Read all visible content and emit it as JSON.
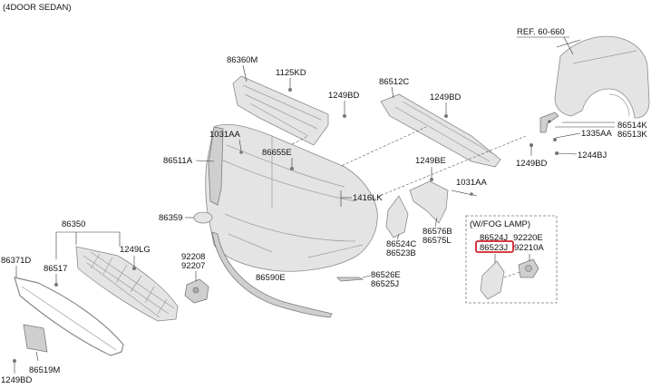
{
  "title": "(4DOOR SEDAN)",
  "box_title": "(W/FOG LAMP)",
  "highlighted_part": "86523J",
  "labels": {
    "ref": "REF. 60-660",
    "p86360M": "86360M",
    "p1125KD": "1125KD",
    "p1249BD_a": "1249BD",
    "p86512C": "86512C",
    "p1249BD_b": "1249BD",
    "p86514K": "86514K",
    "p86513K": "86513K",
    "p1335AA": "1335AA",
    "p1249BD_c": "1249BD",
    "p1244BJ": "1244BJ",
    "p1031AA_a": "1031AA",
    "p86655E": "86655E",
    "p86511A": "86511A",
    "p1249BE": "1249BE",
    "p1031AA_b": "1031AA",
    "p1416LK": "1416LK",
    "p86359": "86359",
    "p86350": "86350",
    "p86576B": "86576B",
    "p86575L": "86575L",
    "p86524C": "86524C",
    "p86523B": "86523B",
    "p86371D": "86371D",
    "p86517": "86517",
    "p1249LG": "1249LG",
    "p92208": "92208",
    "p92207": "92207",
    "p86590E": "86590E",
    "p86526E": "86526E",
    "p86525J": "86525J",
    "p86524J": "86524J",
    "p92220E": "92220E",
    "p86523J": "86523J",
    "p92210A": "92210A",
    "p86519M": "86519M",
    "p1249BD_d": "1249BD"
  },
  "colors": {
    "highlight": "#d0202a",
    "part_fill": "#e4e4e4",
    "part_stroke": "#8a8a8a"
  }
}
